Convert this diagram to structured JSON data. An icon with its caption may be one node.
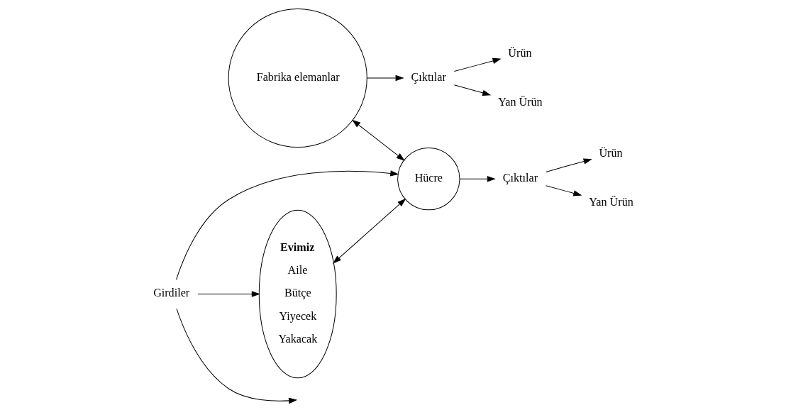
{
  "diagram": {
    "nodes": [
      {
        "text": [
          "Fabrika elemanlar"
        ]
      },
      {
        "text": [
          "Çıktılar"
        ]
      },
      {
        "text": [
          "Ürün"
        ]
      },
      {
        "text": [
          "Yan Ürün"
        ]
      },
      {
        "text": [
          "Hücre"
        ]
      },
      {
        "text": [
          "Çıktılar"
        ]
      },
      {
        "text": [
          "Ürün"
        ]
      },
      {
        "text": [
          "Yan Ürün"
        ]
      },
      {
        "text": [
          "Girdiler"
        ]
      },
      {
        "text": [
          "Evimiz",
          "Aile",
          "Bütçe",
          "Yiyecek",
          "Yakacak"
        ]
      }
    ],
    "edges": [
      {
        "from": 0,
        "to": 1,
        "arrow": "to"
      },
      {
        "from": 1,
        "to": 2,
        "arrow": "to"
      },
      {
        "from": 1,
        "to": 3,
        "arrow": "to"
      },
      {
        "from": 0,
        "to": 4,
        "arrow": "both"
      },
      {
        "from": 4,
        "to": 5,
        "arrow": "to"
      },
      {
        "from": 5,
        "to": 6,
        "arrow": "to"
      },
      {
        "from": 5,
        "to": 7,
        "arrow": "to"
      },
      {
        "from": 8,
        "to": 4,
        "arrow": "to"
      },
      {
        "from": 8,
        "to": null,
        "arrow": "to"
      },
      {
        "from": 8,
        "to": 9,
        "arrow": "to"
      },
      {
        "from": 9,
        "to": 4,
        "arrow": "both"
      }
    ]
  }
}
